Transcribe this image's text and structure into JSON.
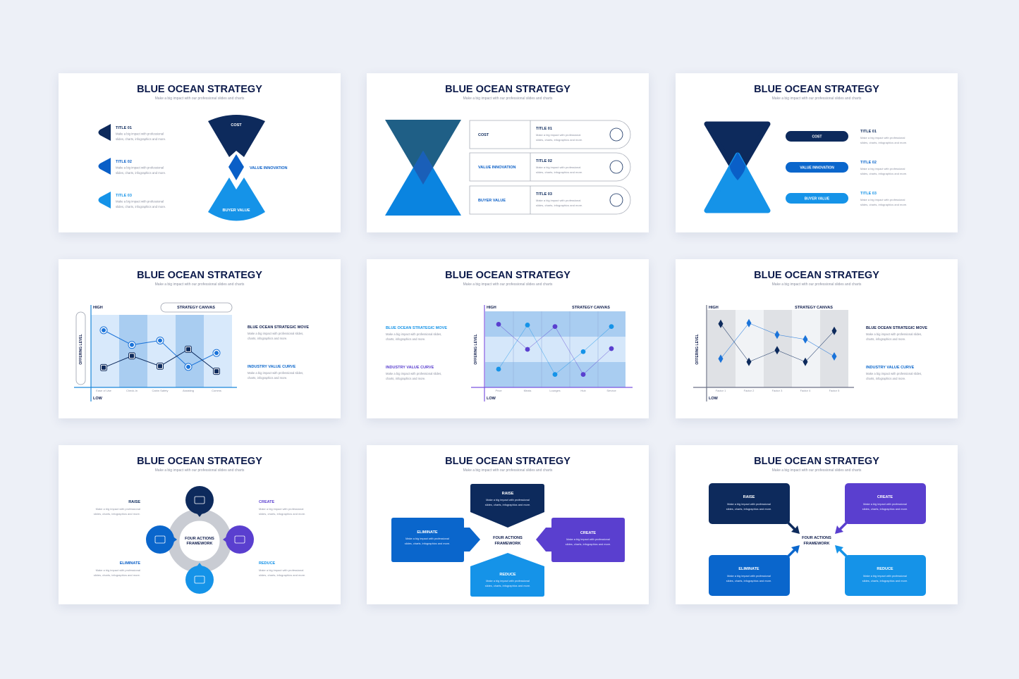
{
  "common": {
    "title": "BLUE OCEAN STRATEGY",
    "subtitle": "Make a big impact with our professional slides and charts",
    "desc": [
      "Make a big impact with professional",
      "slides, charts, infographics and more."
    ],
    "desc_wide": [
      "Make a big impact with professional slides,",
      "charts, infographics and more."
    ]
  },
  "colors": {
    "background": "#edf0f7",
    "navy": "#0d2a5c",
    "title": "#0d1b4b",
    "blue": "#0a5fc7",
    "light_blue": "#1593e8",
    "purple": "#5a3fcf",
    "teal": "#1f5f86",
    "gray": "#8b90a0"
  },
  "slide1": {
    "items": [
      {
        "title": "TITLE 01"
      },
      {
        "title": "TITLE 02"
      },
      {
        "title": "TITLE 03"
      }
    ],
    "cost": "COST",
    "value_innovation": "VALUE INNOVATION",
    "buyer_value": "BUYER VALUE"
  },
  "slide2": {
    "rows": [
      {
        "label": "COST",
        "title": "TITLE 01",
        "icon": "dollar-search-icon"
      },
      {
        "label": "VALUE INNOVATION",
        "title": "TITLE 02",
        "icon": "growth-chart-icon"
      },
      {
        "label": "BUYER VALUE",
        "title": "TITLE 03",
        "icon": "puzzle-icon"
      }
    ]
  },
  "slide3": {
    "rows": [
      {
        "label": "COST",
        "title": "TITLE 01"
      },
      {
        "label": "VALUE INNOVATION",
        "title": "TITLE 02"
      },
      {
        "label": "BUYER VALUE",
        "title": "TITLE 03"
      }
    ]
  },
  "chart_text": {
    "high": "HIGH",
    "low": "LOW",
    "ylabel": "OFFERING LEVEL",
    "canvas": "STRATEGY CANVAS",
    "move": "BLUE OCEAN STRATEGIC MOVE",
    "curve": "INDUSTRY VALUE CURVE"
  },
  "chart_data": [
    {
      "type": "line",
      "title": "STRATEGY CANVAS",
      "ylabel": "OFFERING LEVEL",
      "ytick_labels": [
        "LOW",
        "HIGH"
      ],
      "categories": [
        "Ease of Use",
        "Check-In",
        "Cabin Safety",
        "Assisting",
        "Comms"
      ],
      "ylim": [
        0,
        10
      ],
      "series": [
        {
          "marker": "circle",
          "color": "#1a73d9",
          "values": [
            7.8,
            5.8,
            6.4,
            2.8,
            4.7
          ]
        },
        {
          "marker": "square",
          "color": "#0d2a5c",
          "values": [
            2.7,
            4.3,
            2.9,
            5.2,
            2.2
          ]
        }
      ]
    },
    {
      "type": "line",
      "title": "STRATEGY CANVAS",
      "ylabel": "OFFERING LEVEL",
      "ytick_labels": [
        "LOW",
        "HIGH"
      ],
      "categories": [
        "Price",
        "Meals",
        "Lounges",
        "Hub",
        "Service"
      ],
      "ylim": [
        0,
        10
      ],
      "series": [
        {
          "marker": "circle",
          "color": "#5a3fcf",
          "values": [
            8.3,
            5.0,
            8.0,
            1.7,
            5.1
          ]
        },
        {
          "marker": "circle",
          "color": "#1593e8",
          "values": [
            2.4,
            8.2,
            1.7,
            4.7,
            8.0
          ]
        }
      ]
    },
    {
      "type": "line",
      "title": "STRATEGY CANVAS",
      "ylabel": "OFFERING LEVEL",
      "ytick_labels": [
        "LOW",
        "HIGH"
      ],
      "categories": [
        "Factor 1",
        "Factor 2",
        "Factor 3",
        "Factor 4",
        "Factor 5"
      ],
      "ylim": [
        0,
        10
      ],
      "series": [
        {
          "marker": "diamond",
          "color": "#0d2a5c",
          "values": [
            8.2,
            3.3,
            4.8,
            3.3,
            7.3
          ]
        },
        {
          "marker": "diamond",
          "color": "#1a73d9",
          "values": [
            3.7,
            8.3,
            6.8,
            6.2,
            4.0
          ]
        }
      ]
    }
  ],
  "actions": {
    "center": [
      "FOUR ACTIONS",
      "FRAMEWORK"
    ],
    "raise": "RAISE",
    "create": "CREATE",
    "eliminate": "ELIMINATE",
    "reduce": "REDUCE"
  }
}
